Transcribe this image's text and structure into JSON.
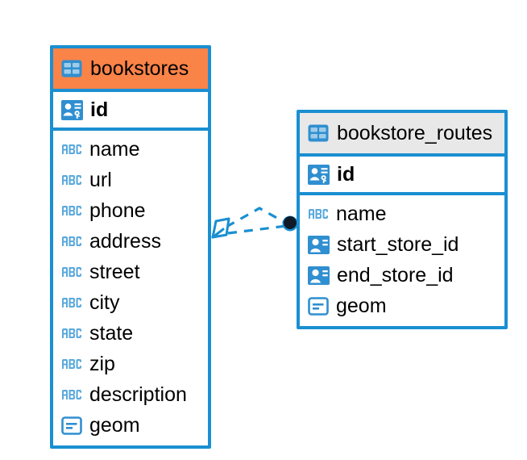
{
  "diagram": {
    "title": "database-entity-relationship-diagram",
    "colors": {
      "border_blue": "#1a8fd1",
      "header_orange": "#fa8348",
      "header_grey": "#e8e8e8",
      "icon_blue": "#2f8fd0",
      "abc_blue": "#5aa9dd",
      "endpoint_dark": "#0d1b2a",
      "background": "#ffffff"
    },
    "entities": [
      {
        "id": "bookstores",
        "name": "bookstores",
        "header_style": "orange",
        "header_icon": "table-icon",
        "fields": [
          {
            "name": "id",
            "icon": "primary-key-icon",
            "key": true
          },
          {
            "name": "name",
            "icon": "abc-text-icon",
            "key": false
          },
          {
            "name": "url",
            "icon": "abc-text-icon",
            "key": false
          },
          {
            "name": "phone",
            "icon": "abc-text-icon",
            "key": false
          },
          {
            "name": "address",
            "icon": "abc-text-icon",
            "key": false
          },
          {
            "name": "street",
            "icon": "abc-text-icon",
            "key": false
          },
          {
            "name": "city",
            "icon": "abc-text-icon",
            "key": false
          },
          {
            "name": "state",
            "icon": "abc-text-icon",
            "key": false
          },
          {
            "name": "zip",
            "icon": "abc-text-icon",
            "key": false
          },
          {
            "name": "description",
            "icon": "abc-text-icon",
            "key": false
          },
          {
            "name": "geom",
            "icon": "geometry-icon",
            "key": false
          }
        ]
      },
      {
        "id": "bookstore_routes",
        "name": "bookstore_routes",
        "header_style": "grey",
        "header_icon": "table-icon",
        "fields": [
          {
            "name": "id",
            "icon": "primary-key-icon",
            "key": true
          },
          {
            "name": "name",
            "icon": "abc-text-icon",
            "key": false
          },
          {
            "name": "start_store_id",
            "icon": "foreign-key-icon",
            "key": false
          },
          {
            "name": "end_store_id",
            "icon": "foreign-key-icon",
            "key": false
          },
          {
            "name": "geom",
            "icon": "geometry-icon",
            "key": false
          }
        ]
      }
    ],
    "relationships": [
      {
        "from": "bookstores",
        "to": "bookstore_routes",
        "style": "dashed",
        "source_marker": "open-diamond-marker",
        "target_marker": "filled-circle-marker"
      },
      {
        "from": "bookstores",
        "to": "bookstore_routes",
        "style": "dashed",
        "source_marker": "open-diamond-marker",
        "target_marker": "filled-circle-marker"
      }
    ]
  }
}
